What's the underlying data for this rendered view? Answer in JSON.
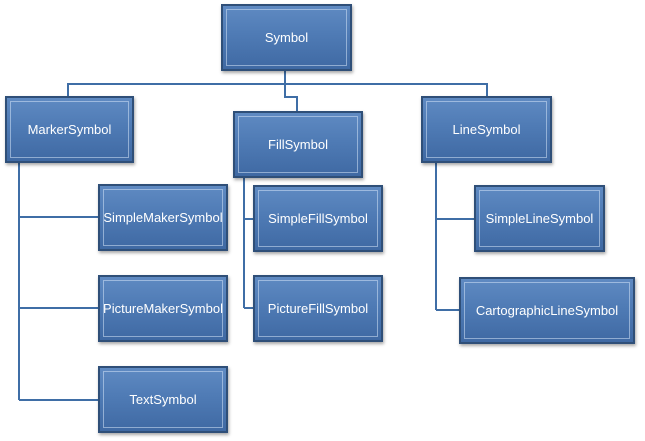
{
  "diagram": {
    "colors": {
      "node_fill": "#4f7bb5",
      "node_border": "#2f4f78",
      "connector": "#3f6ea6",
      "text": "#ffffff"
    },
    "root": {
      "label": "Symbol"
    },
    "marker": {
      "label": "MarkerSymbol",
      "children": [
        "SimpleMakerSymbol",
        "PictureMakerSymbol",
        "TextSymbol"
      ]
    },
    "fill": {
      "label": "FillSymbol",
      "children": [
        "SimpleFillSymbol",
        "PictureFillSymbol"
      ]
    },
    "line": {
      "label": "LineSymbol",
      "children": [
        "SimpleLineSymbol",
        "CartographicLineSymbol"
      ]
    }
  }
}
